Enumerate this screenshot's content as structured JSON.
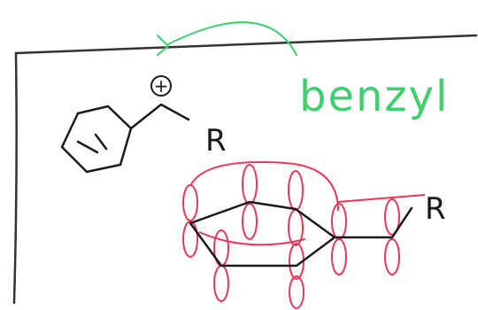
{
  "annotation": {
    "text": "benzyl",
    "color": "#3fcf6f"
  },
  "labels": {
    "charge": "+",
    "r_top": "R",
    "r_bottom": "R"
  },
  "colors": {
    "ink": "#1a1a1a",
    "orbital": "#e8385a",
    "frame": "#333333"
  }
}
